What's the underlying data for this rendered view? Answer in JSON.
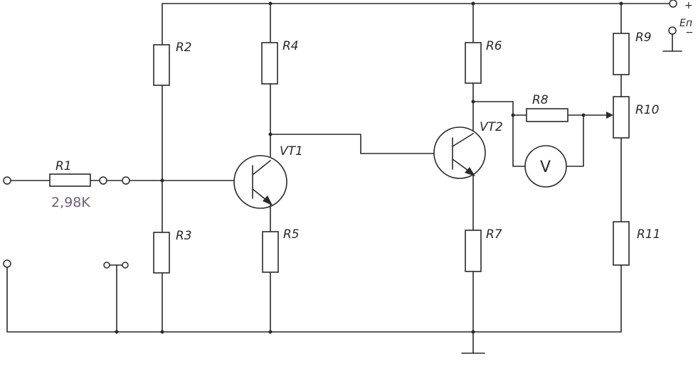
{
  "schematic": {
    "resistors": [
      "R1",
      "R2",
      "R3",
      "R4",
      "R5",
      "R6",
      "R7",
      "R8",
      "R9",
      "R10",
      "R11"
    ],
    "transistors": [
      "VT1",
      "VT2"
    ],
    "r1_value": "2,98K",
    "voltmeter": "V",
    "supply": {
      "plus": "+",
      "minus": "−",
      "label": "Eп"
    }
  },
  "colors": {
    "ink": "#2a2a2a",
    "value_ink": "#6e5e78",
    "background": "#ffffff"
  }
}
